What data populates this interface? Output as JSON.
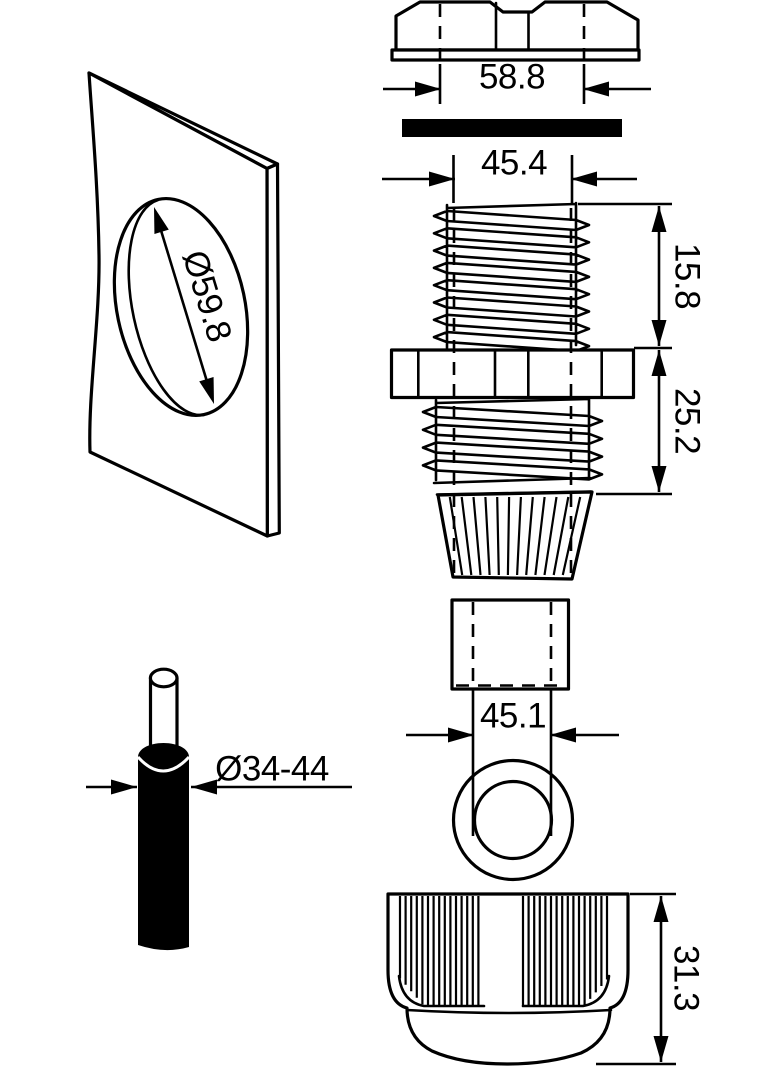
{
  "drawing": {
    "dimensions": {
      "nut_width": "58.8",
      "thread_diameter": "45.4",
      "upper_thread_length": "15.8",
      "lower_thread_length": "25.2",
      "bushing_diameter": "45.1",
      "cap_height": "31.3",
      "panel_hole_diameter": "Ø59.8",
      "cable_diameter_range": "Ø34-44"
    },
    "colors": {
      "line": "#000000",
      "background": "#ffffff",
      "solid_fill": "#000000"
    }
  }
}
